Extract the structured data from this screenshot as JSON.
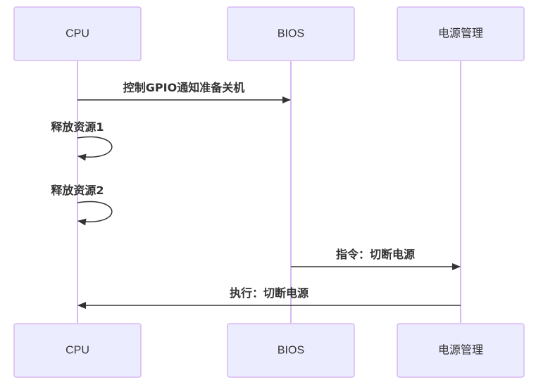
{
  "participants": {
    "cpu": "CPU",
    "bios": "BIOS",
    "power": "电源管理"
  },
  "messages": [
    {
      "from": "CPU",
      "to": "BIOS",
      "label": "控制GPIO通知准备关机"
    },
    {
      "from": "CPU",
      "to": "CPU",
      "label": "释放资源1"
    },
    {
      "from": "CPU",
      "to": "CPU",
      "label": "释放资源2"
    },
    {
      "from": "BIOS",
      "to": "电源管理",
      "label": "指令：切断电源"
    },
    {
      "from": "电源管理",
      "to": "CPU",
      "label": "执行：切断电源"
    }
  ],
  "colors": {
    "actor_fill": "#ECECFF",
    "actor_border": "#d9b8f0",
    "lifeline": "#d9b8f0",
    "text": "#333333",
    "arrow": "#333333"
  }
}
